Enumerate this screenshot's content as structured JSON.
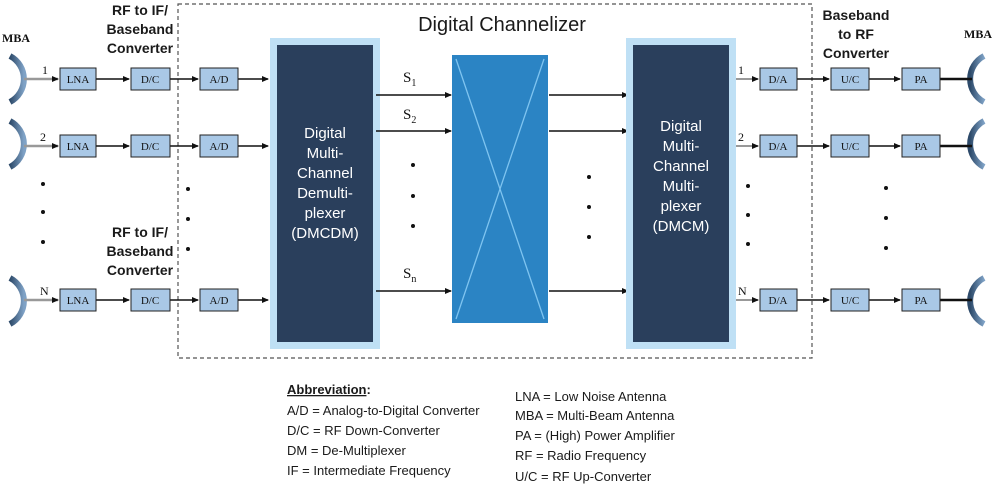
{
  "title": "Digital Channelizer",
  "mba_left": "MBA",
  "mba_right": "MBA",
  "labels": {
    "rf_to_if_top": [
      "RF to IF/",
      "Baseband",
      "Converter"
    ],
    "rf_to_if_bottom": [
      "RF to IF/",
      "Baseband",
      "Converter"
    ],
    "baseband_to_rf": [
      "Baseband",
      "to RF",
      "Converter"
    ]
  },
  "channel_numbers": [
    "1",
    "2",
    "N"
  ],
  "blocks": {
    "lna": "LNA",
    "dc": "D/C",
    "ad": "A/D",
    "da": "D/A",
    "uc": "U/C",
    "pa": "PA"
  },
  "demux": [
    "Digital",
    "Multi-",
    "Channel",
    "Demulti-",
    "plexer",
    "(DMCDM)"
  ],
  "mux": [
    "Digital",
    "Multi-",
    "Channel",
    "Multi-",
    "plexer",
    "(DMCM)"
  ],
  "signals": [
    {
      "base": "S",
      "sub": "1"
    },
    {
      "base": "S",
      "sub": "2"
    },
    {
      "base": "S",
      "sub": "n"
    }
  ],
  "abbreviation_heading": "Abbreviation",
  "abbreviation_colon": ":",
  "abbreviations_left": [
    "A/D = Analog-to-Digital Converter",
    "D/C = RF Down-Converter",
    "DM = De-Multiplexer",
    "IF = Intermediate Frequency"
  ],
  "abbreviations_right": [
    "LNA = Low Noise Antenna",
    "MBA = Multi-Beam Antenna",
    "PA = (High) Power Amplifier",
    "RF = Radio Frequency",
    "U/C = RF Up-Converter"
  ],
  "colors": {
    "block_fill": "#a9c8e6",
    "dark_block": "#2a3f5c",
    "frame": "#bfe0f5",
    "switch": "#2b84c4",
    "antenna": "#3d5a7c"
  }
}
